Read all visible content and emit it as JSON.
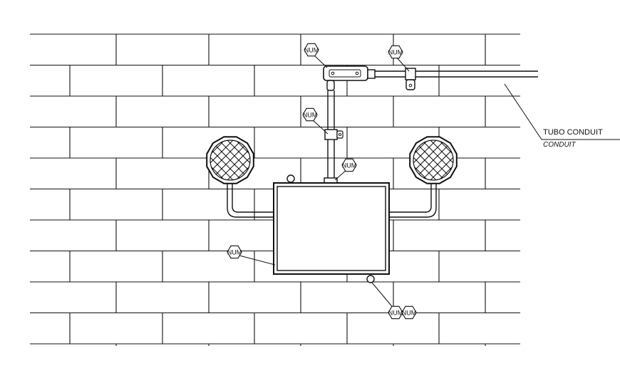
{
  "labels": {
    "tag": "NUM",
    "tag_double": "NUM",
    "conduit_main": "TUBO CONDUIT",
    "conduit_sub": "CONDUIT"
  },
  "colors": {
    "line": "#111111",
    "background": "#ffffff"
  },
  "icons": {
    "lamp": "crosshatched-lamp-head-icon",
    "tag": "hexagon-tag-icon"
  }
}
